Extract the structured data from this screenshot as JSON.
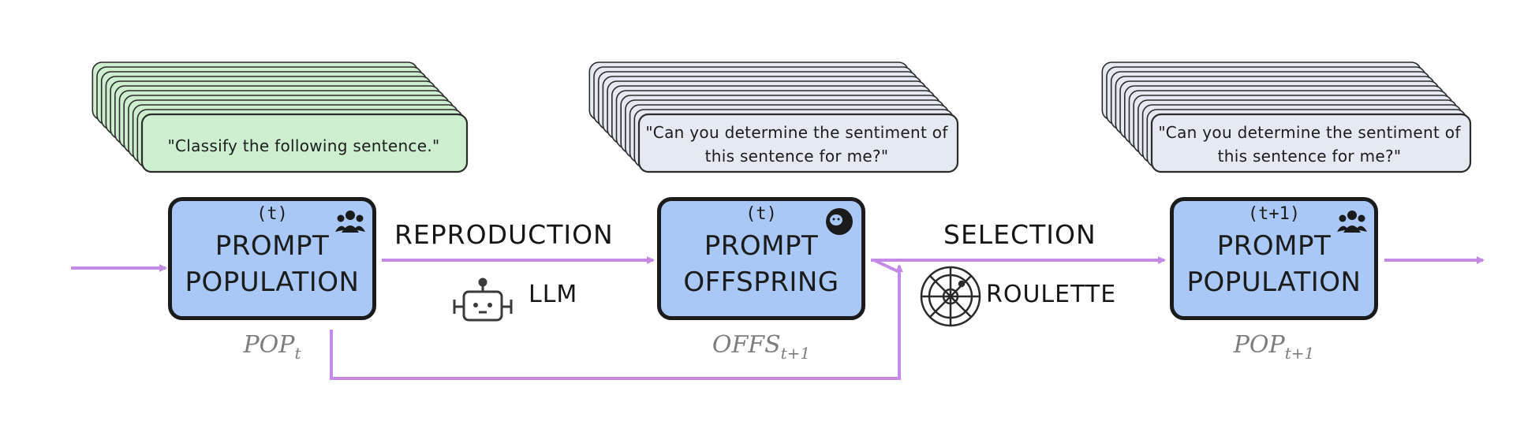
{
  "prompts": {
    "population_t": "\"Classify the following sentence.\"",
    "offspring": "\"Can you determine the sentiment of this sentence for me?\"",
    "population_t1": "\"Can you determine the sentiment of this sentence for me?\""
  },
  "boxes": {
    "pop_t": {
      "iteration": "(t)",
      "title_line1": "PROMPT",
      "title_line2": "POPULATION",
      "caption": "POP",
      "caption_sub": "t"
    },
    "offs": {
      "iteration": "(t)",
      "title_line1": "PROMPT",
      "title_line2": "OFFSPRING",
      "caption": "OFFS",
      "caption_sub": "t+1"
    },
    "pop_t1": {
      "iteration": "(t+1)",
      "title_line1": "PROMPT",
      "title_line2": "POPULATION",
      "caption": "POP",
      "caption_sub": "t+1"
    }
  },
  "operations": {
    "reproduction": "REPRODUCTION",
    "reproduction_tool": "LLM",
    "selection": "SELECTION",
    "selection_tool": "ROULETTE"
  },
  "icons": {
    "population": "group-icon",
    "offspring": "baby-icon",
    "llm": "robot-icon",
    "roulette": "roulette-wheel-icon"
  },
  "colors": {
    "prompt_green": "#cdeecf",
    "prompt_gray": "#e5e9f2",
    "box_blue": "#a9c8f5",
    "arrow_purple": "#c48ae6"
  }
}
